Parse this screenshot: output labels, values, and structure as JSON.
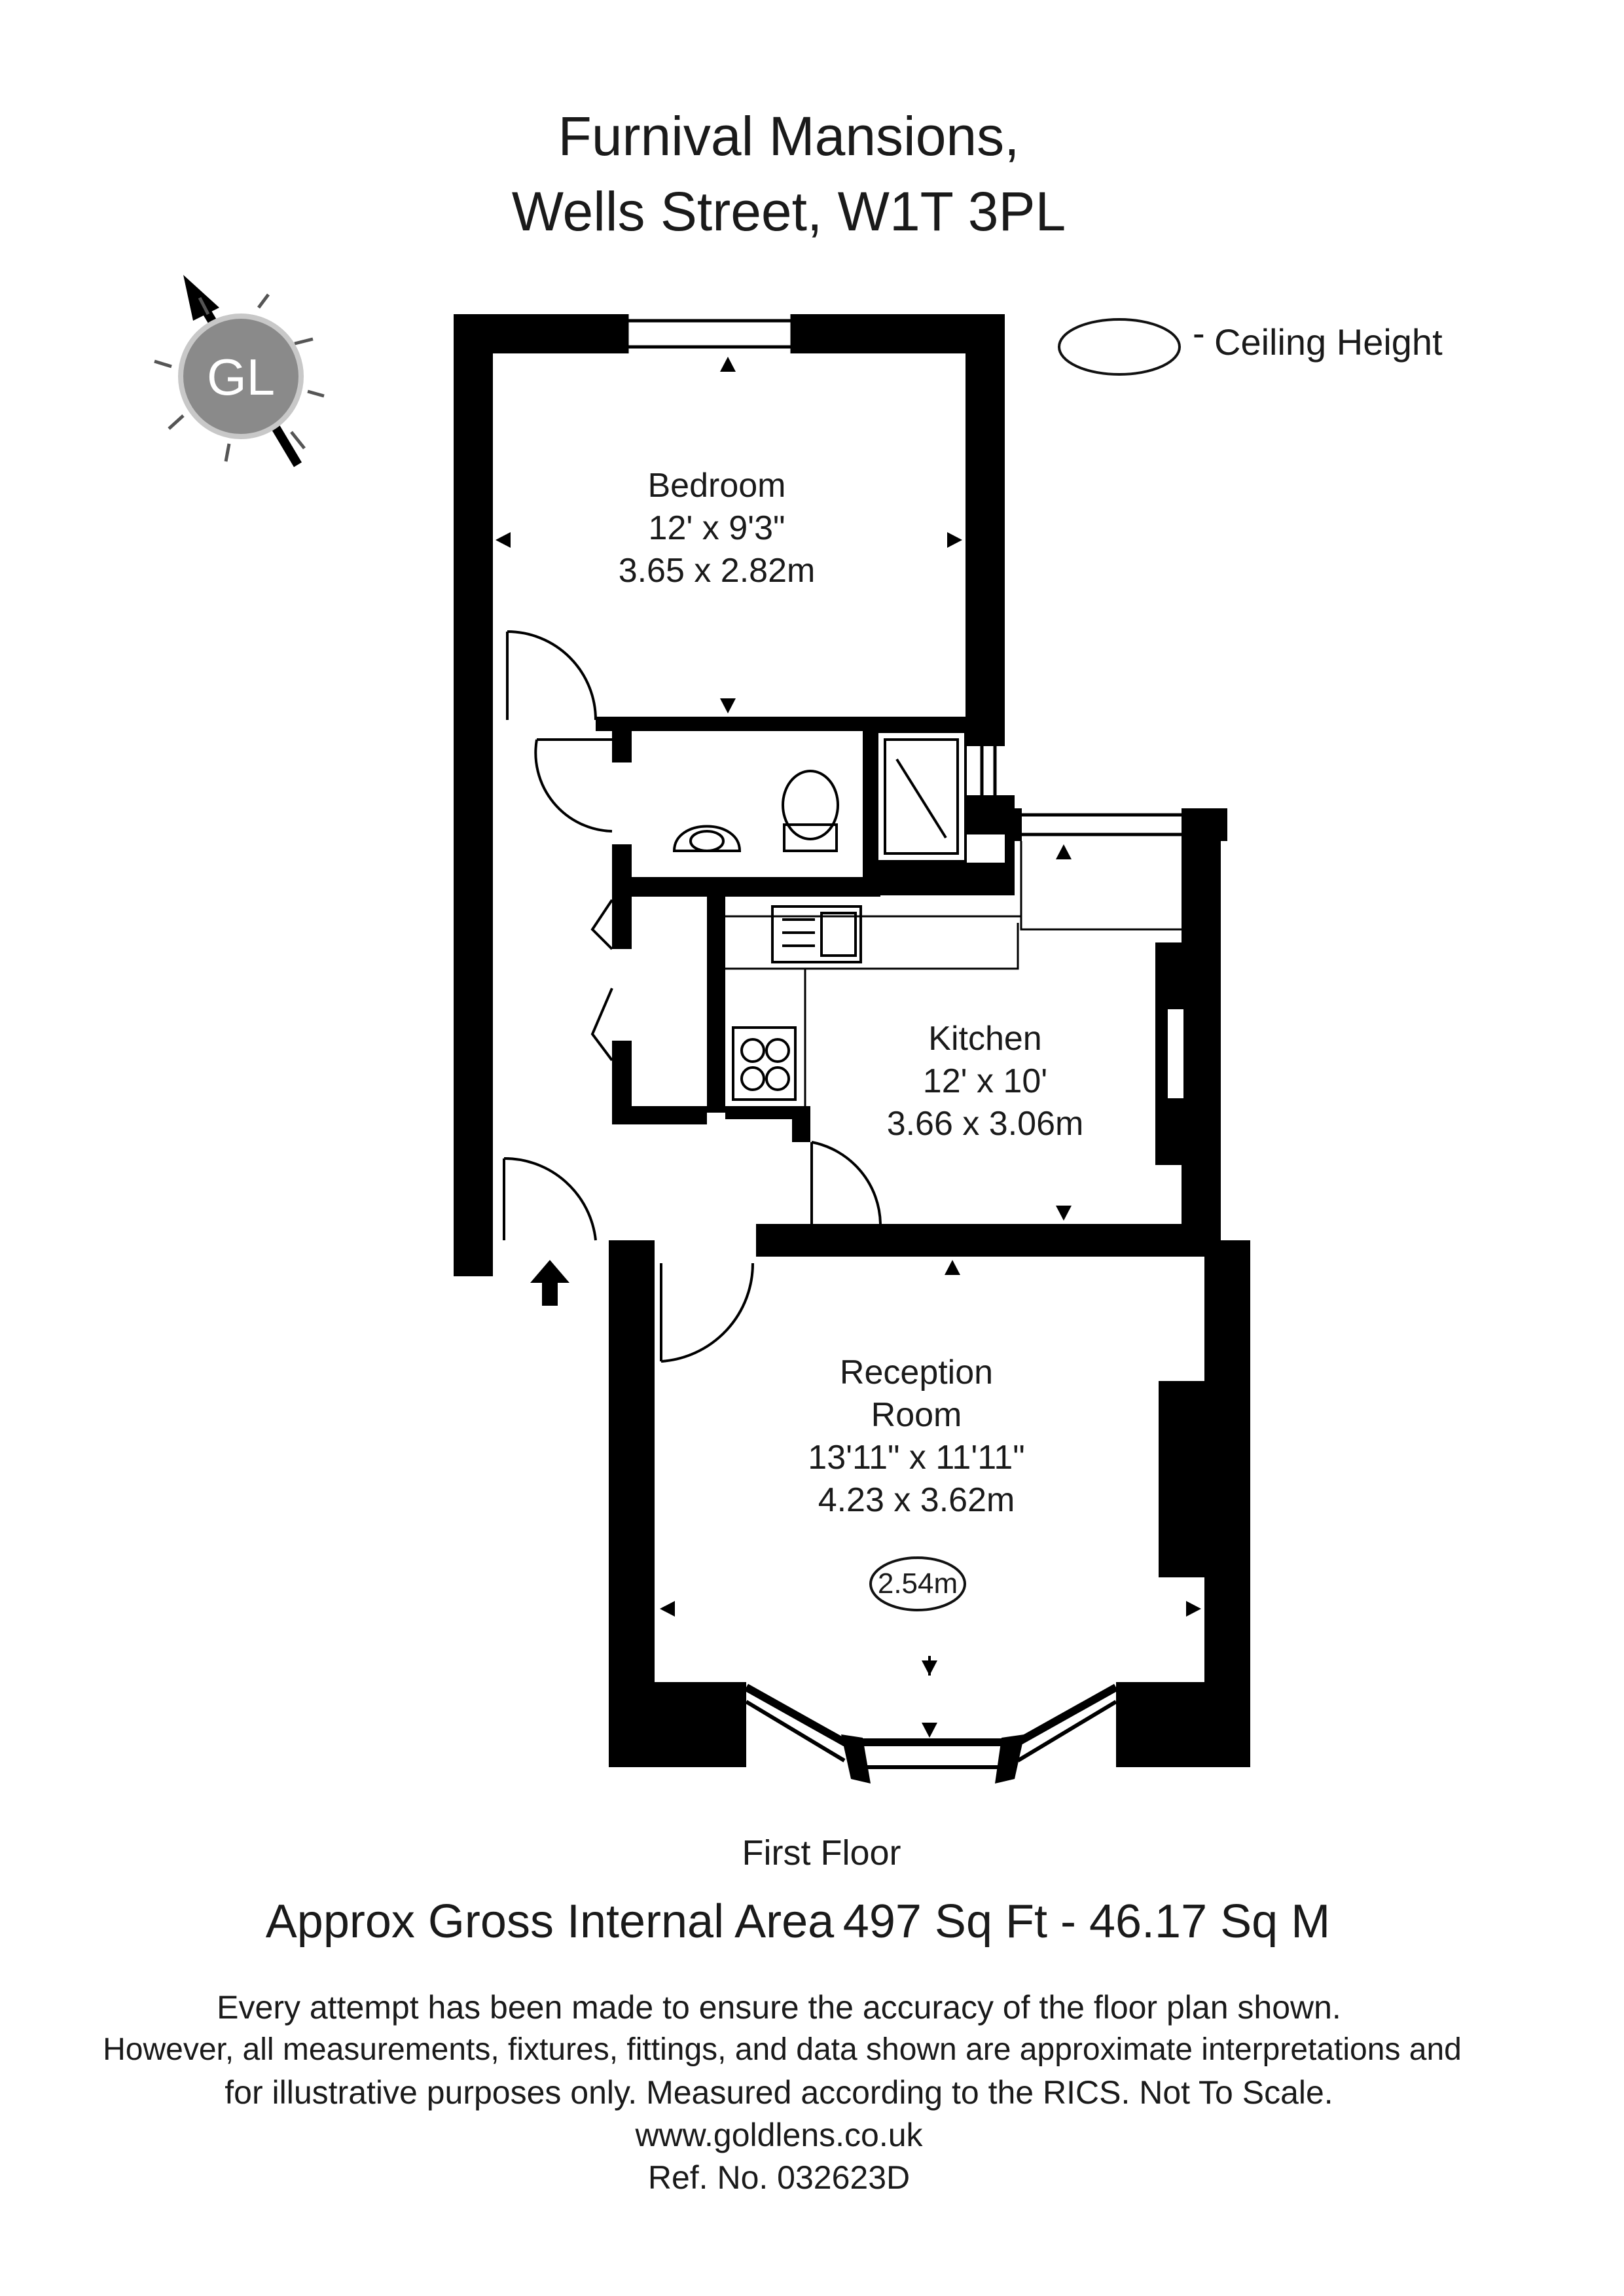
{
  "header": {
    "title_line1": "Furnival Mansions,",
    "title_line2": "Wells Street, W1T 3PL"
  },
  "compass": {
    "label": "GL",
    "icon": "compass-north-icon"
  },
  "legend": {
    "dash": "-",
    "label": "Ceiling Height"
  },
  "rooms": {
    "bedroom": {
      "name": "Bedroom",
      "imperial": "12' x 9'3\"",
      "metric": "3.65 x 2.82m"
    },
    "kitchen": {
      "name": "Kitchen",
      "imperial": "12' x 10'",
      "metric": "3.66 x 3.06m"
    },
    "reception": {
      "name_line1": "Reception",
      "name_line2": "Room",
      "imperial": "13'11\" x 11'11\"",
      "metric": "4.23 x 3.62m",
      "ceiling_height": "2.54m"
    }
  },
  "floor_label": "First Floor",
  "area": {
    "label": "Approx Gross Internal Area",
    "value": "497 Sq Ft  - 46.17 Sq M"
  },
  "disclaimer": {
    "line1": "Every attempt has been made to ensure the accuracy of the floor plan shown.",
    "line2": "However, all measurements, fixtures, fittings, and data shown are approximate interpretations and",
    "line3": "for illustrative purposes only. Measured according to the RICS. Not To Scale.",
    "website": "www.goldlens.co.uk",
    "ref": "Ref. No. 032623D"
  },
  "colors": {
    "wall": "#000000",
    "line": "#1a1a1a",
    "compass": "#8a8a8a"
  }
}
